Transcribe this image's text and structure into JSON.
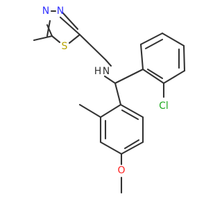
{
  "molecule": {
    "atoms": {
      "n3": {
        "text": "N",
        "color": "#3333ff"
      },
      "n4": {
        "text": "N",
        "color": "#3333ff"
      },
      "s1": {
        "text": "S",
        "color": "#b8a400"
      },
      "nh": {
        "text": "H",
        "color": "#333333"
      },
      "n_amine": {
        "text": "N",
        "color": "#333333"
      },
      "cl": {
        "text": "Cl",
        "color": "#22aa22"
      },
      "o": {
        "text": "O",
        "color": "#ff2222"
      }
    },
    "bond_color": "#333333",
    "background": "#ffffff"
  }
}
